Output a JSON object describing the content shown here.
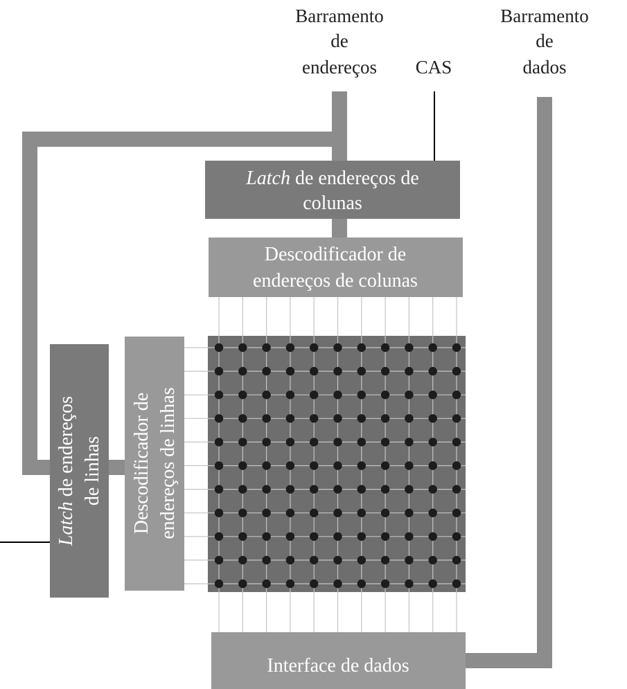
{
  "labels": {
    "address_bus": [
      "Barramento",
      "de",
      "endereços"
    ],
    "cas": "CAS",
    "data_bus": [
      "Barramento",
      "de",
      "dados"
    ]
  },
  "blocks": {
    "column_latch": {
      "italic": "Latch",
      "line1_rest": " de endereços de",
      "line2": "colunas"
    },
    "column_decoder": {
      "line1": "Descodificador de",
      "line2": "endereços de colunas"
    },
    "row_latch": {
      "italic": "Latch",
      "line1_rest": " de endereços",
      "line2": "de linhas"
    },
    "row_decoder": {
      "line1": "Descodificador de",
      "line2": "endereços de linhas"
    },
    "data_interface": {
      "label": "Interface de dados"
    }
  },
  "memory_array": {
    "rows": 11,
    "cols": 11
  },
  "colors": {
    "bus": "#8c8c8c",
    "dark_block": "#7a7a7a",
    "light_block": "#999999",
    "array": "#6e6e6e",
    "cell": "#1c1c1c",
    "grid_line": "#c4c4c4",
    "wire": "#000000"
  }
}
